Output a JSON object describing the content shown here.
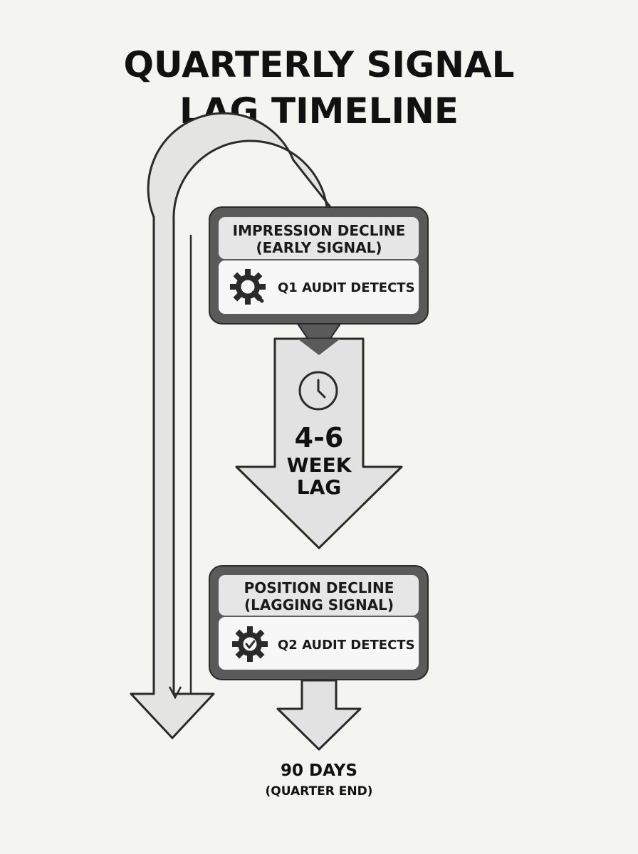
{
  "title": {
    "line1": "QUARTERLY SIGNAL",
    "line2": "LAG TIMELINE"
  },
  "early_box": {
    "heading_line1": "IMPRESSION DECLINE",
    "heading_line2": "(EARLY SIGNAL)",
    "detect_label": "Q1 AUDIT DETECTS",
    "icon": "gear-magnifier-icon"
  },
  "lag": {
    "value": "4-6",
    "line2": "WEEK",
    "line3": "LAG",
    "icon": "clock-icon"
  },
  "lagging_box": {
    "heading_line1": "POSITION DECLINE",
    "heading_line2": "(LAGGING SIGNAL)",
    "detect_label": "Q2 AUDIT DETECTS",
    "icon": "gear-check-icon"
  },
  "end": {
    "line1": "90 DAYS",
    "line2": "(QUARTER END)"
  },
  "colors": {
    "background": "#f4f4f1",
    "box_border": "#555555",
    "box_fill": "#e6e6e6",
    "box_inner": "#f7f7f7",
    "arrow_fill": "#e2e2e2",
    "stroke": "#2a2a2a"
  }
}
